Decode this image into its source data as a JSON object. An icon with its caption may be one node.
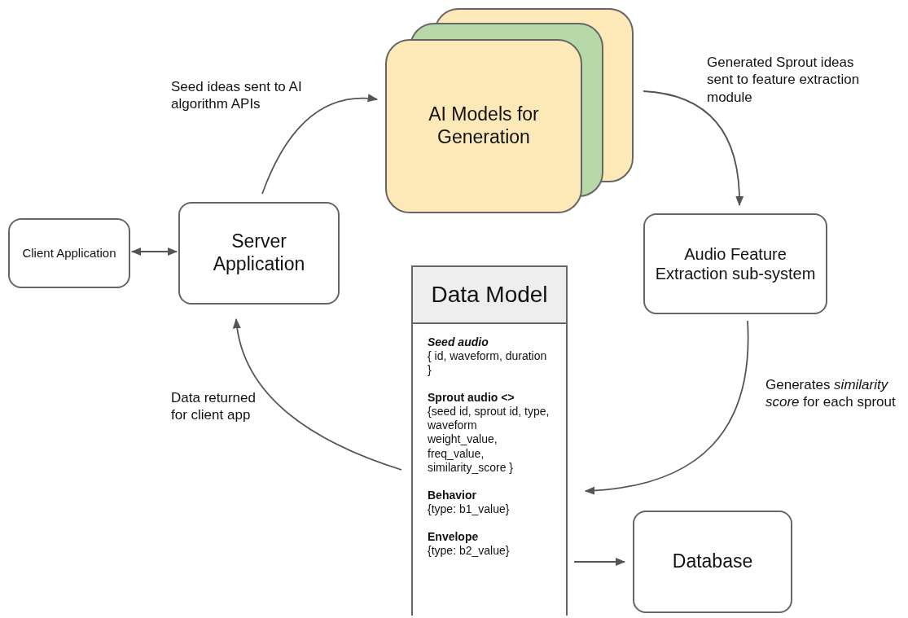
{
  "diagram": {
    "nodes": [
      {
        "text": [
          "Client Application"
        ]
      },
      {
        "text": [
          "Server Application"
        ]
      },
      {
        "text": [
          "AI Models for Generation"
        ]
      },
      {
        "text": [
          "Audio Feature Extraction sub-system"
        ]
      },
      {
        "text": [
          "Data Model",
          "Seed audio",
          "{ id, waveform, duration }",
          "Sprout audio <>",
          "{seed id, sprout id, type, waveform weight_value, freq_value, similarity_score }",
          "Behavior",
          "{type: b1_value}",
          "Envelope",
          "{type: b2_value}"
        ]
      },
      {
        "text": [
          "Database"
        ]
      }
    ],
    "edges": [
      {
        "from": 0,
        "to": 1,
        "arrow": "both"
      },
      {
        "from": 1,
        "to": 2,
        "arrow": "to",
        "label": "Seed ideas sent to AI algorithm APIs"
      },
      {
        "from": 2,
        "to": 3,
        "arrow": "to",
        "label": "Generated Sprout ideas sent to feature extraction module"
      },
      {
        "from": 3,
        "to": 4,
        "arrow": "to",
        "label": "Generates *similarity score* for each sprout"
      },
      {
        "from": 4,
        "to": 1,
        "arrow": "to",
        "label": "Data returned for client app"
      },
      {
        "from": 4,
        "to": 5,
        "arrow": "to"
      }
    ]
  }
}
